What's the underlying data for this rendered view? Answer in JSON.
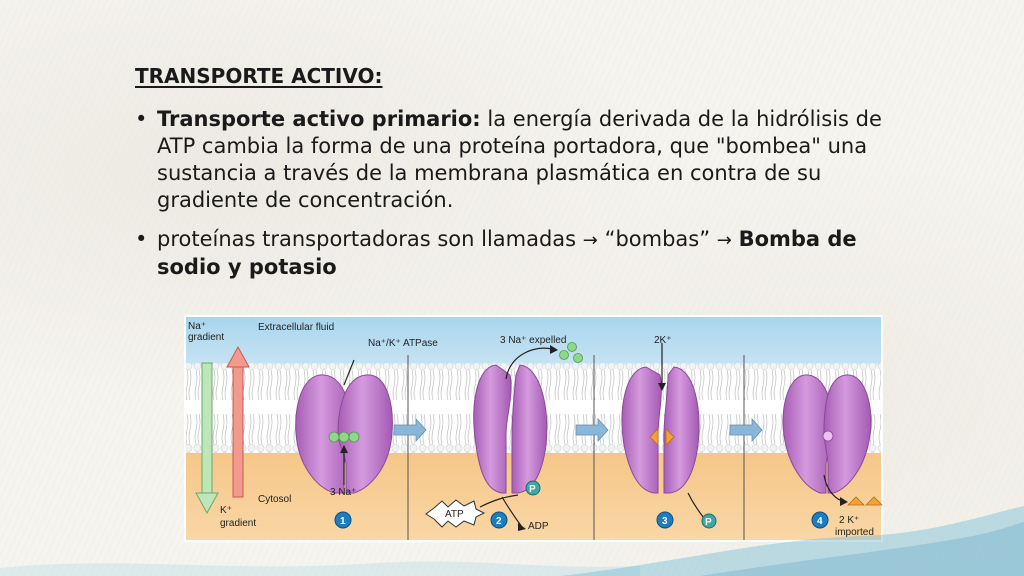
{
  "slide": {
    "heading": "TRANSPORTE ACTIVO:",
    "bullet1_bold": "Transporte activo primario:",
    "bullet1_text": " la energía derivada de la hidrólisis de ATP cambia la forma de una proteína portadora, que \"bombea\" una sustancia a través de la membrana plasmática en contra de su gradiente de concentración.",
    "bullet2_text": "proteínas transportadoras son llamadas ",
    "bullet2_quote": " “bombas” ",
    "bullet2_bold": "Bomba de sodio y potasio",
    "bullet_symbol": "•",
    "arrow_symbol": "→"
  },
  "figure": {
    "na_gradient": [
      "Na⁺",
      "gradient"
    ],
    "k_gradient": [
      "K⁺",
      "gradient"
    ],
    "extracellular": "Extracellular fluid",
    "cytosol": "Cytosol",
    "atpase": "Na⁺/K⁺ ATPase",
    "na_expelled": "3 Na⁺ expelled",
    "two_k": "2K⁺",
    "three_na": "3 Na⁺",
    "atp": "ATP",
    "adp": "ADP",
    "p": "P",
    "k_imported": [
      "2 K⁺",
      "imported"
    ],
    "steps": [
      "1",
      "2",
      "3",
      "4"
    ]
  },
  "colors": {
    "fluid": "#b8dcef",
    "cytosol": "#f7c98c",
    "membrane_head": "#e8e8e8",
    "protein": "#c985d4",
    "protein_dark": "#9b55aa",
    "na_green": "#8fd88a",
    "k_orange": "#f3a23a",
    "step_blue": "#1d7dc2",
    "p_teal": "#3fa7a5"
  }
}
